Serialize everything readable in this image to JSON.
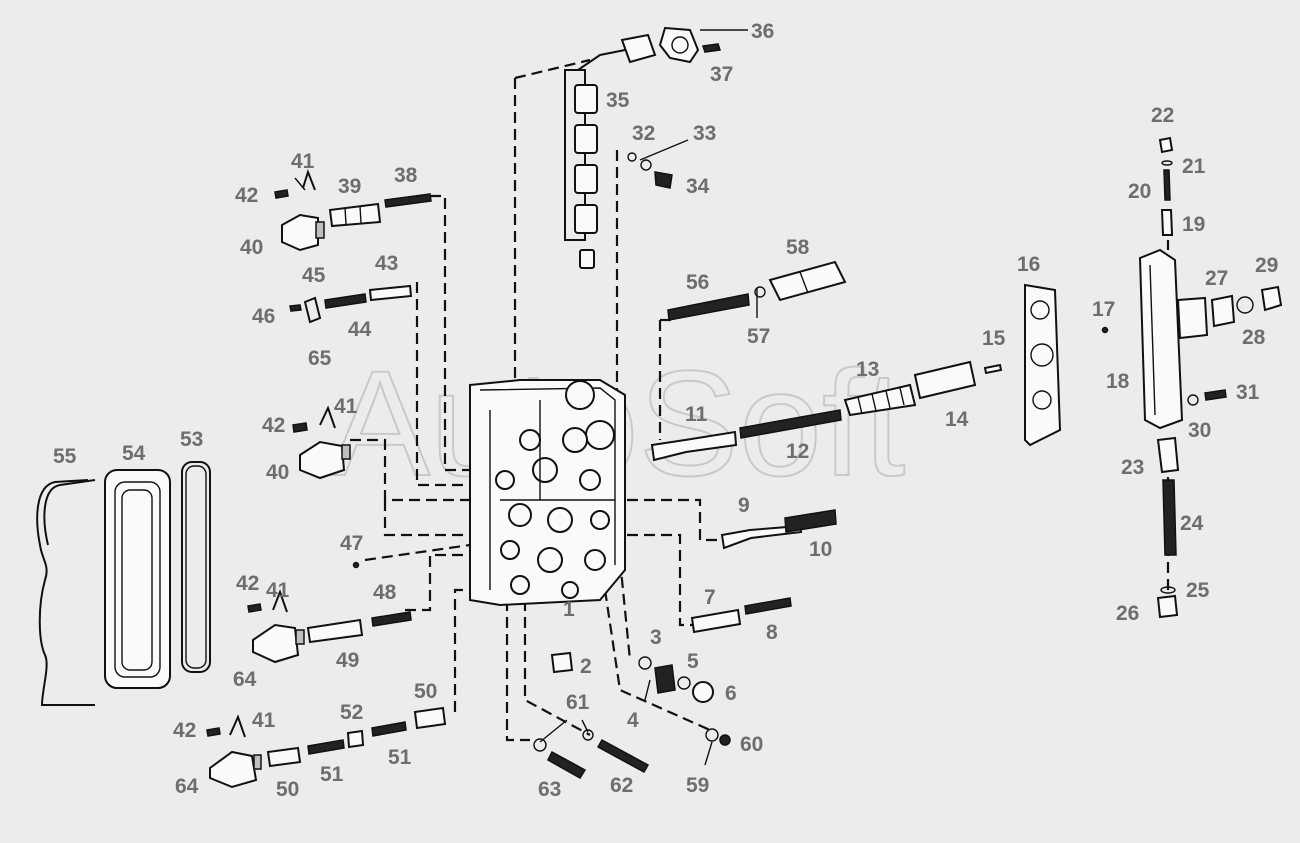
{
  "watermark": "AutoSoft",
  "labels": [
    {
      "id": "l36",
      "text": "36"
    },
    {
      "id": "l37",
      "text": "37"
    },
    {
      "id": "l35",
      "text": "35"
    },
    {
      "id": "l32",
      "text": "32"
    },
    {
      "id": "l33",
      "text": "33"
    },
    {
      "id": "l34",
      "text": "34"
    },
    {
      "id": "l41a",
      "text": "41"
    },
    {
      "id": "l42a",
      "text": "42"
    },
    {
      "id": "l39",
      "text": "39"
    },
    {
      "id": "l38",
      "text": "38"
    },
    {
      "id": "l40a",
      "text": "40"
    },
    {
      "id": "l45",
      "text": "45"
    },
    {
      "id": "l43",
      "text": "43"
    },
    {
      "id": "l46",
      "text": "46"
    },
    {
      "id": "l44",
      "text": "44"
    },
    {
      "id": "l65",
      "text": "65"
    },
    {
      "id": "l42b",
      "text": "42"
    },
    {
      "id": "l41b",
      "text": "41"
    },
    {
      "id": "l40b",
      "text": "40"
    },
    {
      "id": "l55",
      "text": "55"
    },
    {
      "id": "l54",
      "text": "54"
    },
    {
      "id": "l53",
      "text": "53"
    },
    {
      "id": "l47",
      "text": "47"
    },
    {
      "id": "l42c",
      "text": "42"
    },
    {
      "id": "l41c",
      "text": "41"
    },
    {
      "id": "l48",
      "text": "48"
    },
    {
      "id": "l64a",
      "text": "64"
    },
    {
      "id": "l49",
      "text": "49"
    },
    {
      "id": "l50a",
      "text": "50"
    },
    {
      "id": "l52",
      "text": "52"
    },
    {
      "id": "l42d",
      "text": "42"
    },
    {
      "id": "l41d",
      "text": "41"
    },
    {
      "id": "l51a",
      "text": "51"
    },
    {
      "id": "l64b",
      "text": "64"
    },
    {
      "id": "l50b",
      "text": "50"
    },
    {
      "id": "l51b",
      "text": "51"
    },
    {
      "id": "l56",
      "text": "56"
    },
    {
      "id": "l58",
      "text": "58"
    },
    {
      "id": "l57",
      "text": "57"
    },
    {
      "id": "l11",
      "text": "11"
    },
    {
      "id": "l12",
      "text": "12"
    },
    {
      "id": "l13",
      "text": "13"
    },
    {
      "id": "l14",
      "text": "14"
    },
    {
      "id": "l15",
      "text": "15"
    },
    {
      "id": "l16",
      "text": "16"
    },
    {
      "id": "l9",
      "text": "9"
    },
    {
      "id": "l10",
      "text": "10"
    },
    {
      "id": "l7",
      "text": "7"
    },
    {
      "id": "l8",
      "text": "8"
    },
    {
      "id": "l1",
      "text": "1"
    },
    {
      "id": "l2",
      "text": "2"
    },
    {
      "id": "l3",
      "text": "3"
    },
    {
      "id": "l5",
      "text": "5"
    },
    {
      "id": "l6",
      "text": "6"
    },
    {
      "id": "l4",
      "text": "4"
    },
    {
      "id": "l61",
      "text": "61"
    },
    {
      "id": "l60",
      "text": "60"
    },
    {
      "id": "l59",
      "text": "59"
    },
    {
      "id": "l62",
      "text": "62"
    },
    {
      "id": "l63",
      "text": "63"
    },
    {
      "id": "l22",
      "text": "22"
    },
    {
      "id": "l21",
      "text": "21"
    },
    {
      "id": "l20",
      "text": "20"
    },
    {
      "id": "l19",
      "text": "19"
    },
    {
      "id": "l29",
      "text": "29"
    },
    {
      "id": "l27",
      "text": "27"
    },
    {
      "id": "l17",
      "text": "17"
    },
    {
      "id": "l28",
      "text": "28"
    },
    {
      "id": "l18",
      "text": "18"
    },
    {
      "id": "l31",
      "text": "31"
    },
    {
      "id": "l30",
      "text": "30"
    },
    {
      "id": "l23",
      "text": "23"
    },
    {
      "id": "l24",
      "text": "24"
    },
    {
      "id": "l25",
      "text": "25"
    },
    {
      "id": "l26",
      "text": "26"
    }
  ]
}
